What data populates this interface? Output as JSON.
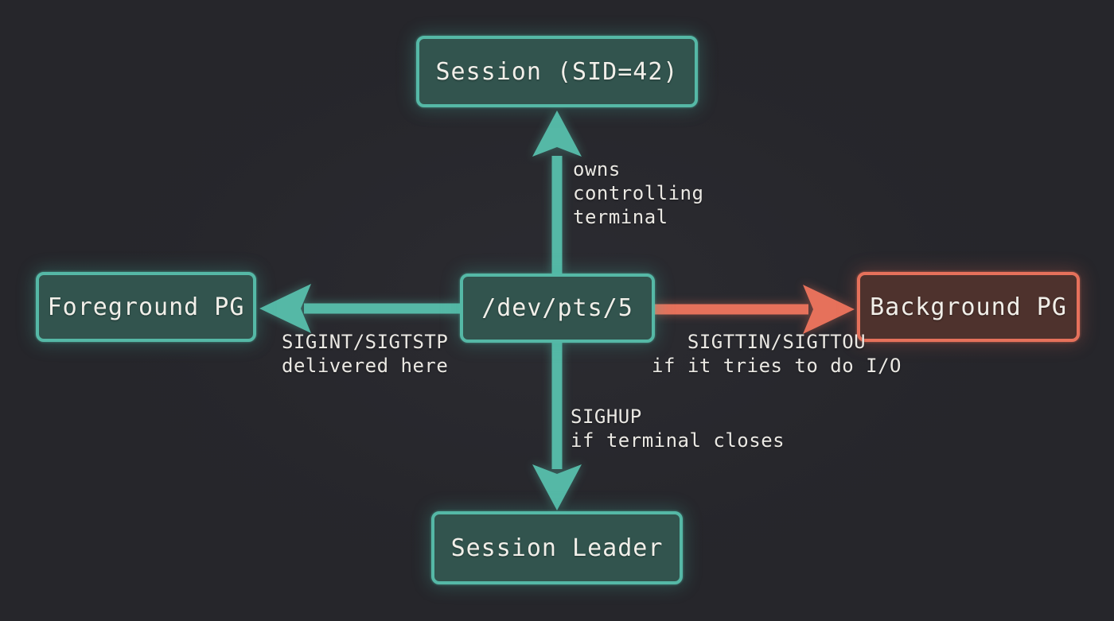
{
  "colors": {
    "bg": "#26262b",
    "teal": "#55b8a6",
    "teal_fill": "#32544e",
    "salmon": "#e6715b",
    "salmon_fill": "#4e322d",
    "text": "#f1efe9",
    "label_text": "#eae8e3"
  },
  "nodes": {
    "session": {
      "label": "Session (SID=42)"
    },
    "terminal": {
      "label": "/dev/pts/5"
    },
    "foreground_pg": {
      "label": "Foreground PG"
    },
    "background_pg": {
      "label": "Background PG"
    },
    "session_leader": {
      "label": "Session Leader"
    }
  },
  "edges": {
    "owns": {
      "label": "owns\ncontrolling\nterminal"
    },
    "sigint": {
      "label": "SIGINT/SIGTSTP\ndelivered here"
    },
    "sigttin": {
      "label": "SIGTTIN/SIGTTOU\nif it tries to do I/O"
    },
    "sighup": {
      "label": "SIGHUP\nif terminal closes"
    }
  }
}
